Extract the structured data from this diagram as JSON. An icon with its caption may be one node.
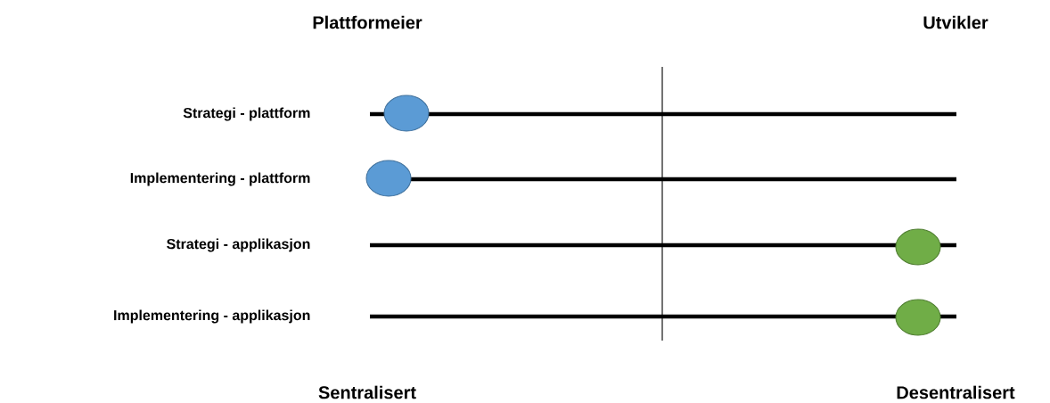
{
  "diagram": {
    "nodes": [
      {
        "text": [],
        "shape": "circle"
      },
      {
        "text": [],
        "shape": "circle"
      },
      {
        "text": [],
        "shape": "circle"
      },
      {
        "text": [],
        "shape": "circle"
      }
    ],
    "labels": [
      "Plattformeier",
      "Utvikler",
      "Strategi - plattform",
      "Implementering - plattform",
      "Strategi - applikasjon",
      "Implementering - applikasjon",
      "Sentralisert",
      "Desentralisert"
    ]
  }
}
